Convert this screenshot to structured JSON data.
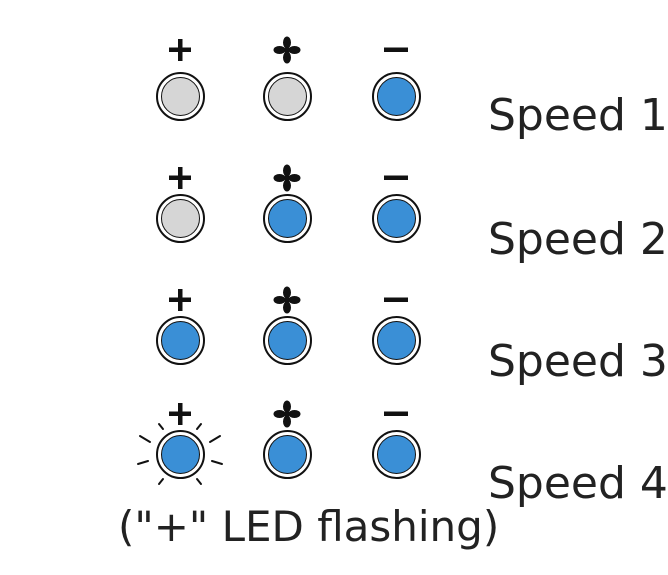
{
  "colors": {
    "led_on": "#3a8fd6",
    "led_off": "#d6d6d6",
    "outline": "#111111",
    "text": "#222222"
  },
  "buttons": [
    {
      "id": "plus",
      "icon": "plus-icon"
    },
    {
      "id": "fan",
      "icon": "fan-icon"
    },
    {
      "id": "minus",
      "icon": "minus-icon"
    }
  ],
  "rows": [
    {
      "label": "Speed 1",
      "leds": [
        "off",
        "off",
        "on"
      ]
    },
    {
      "label": "Speed 2",
      "leds": [
        "off",
        "on",
        "on"
      ]
    },
    {
      "label": "Speed 3",
      "leds": [
        "on",
        "on",
        "on"
      ]
    },
    {
      "label": "Speed 4",
      "leds": [
        "flashing",
        "on",
        "on"
      ]
    }
  ],
  "note": "(\"+\" LED flashing)"
}
